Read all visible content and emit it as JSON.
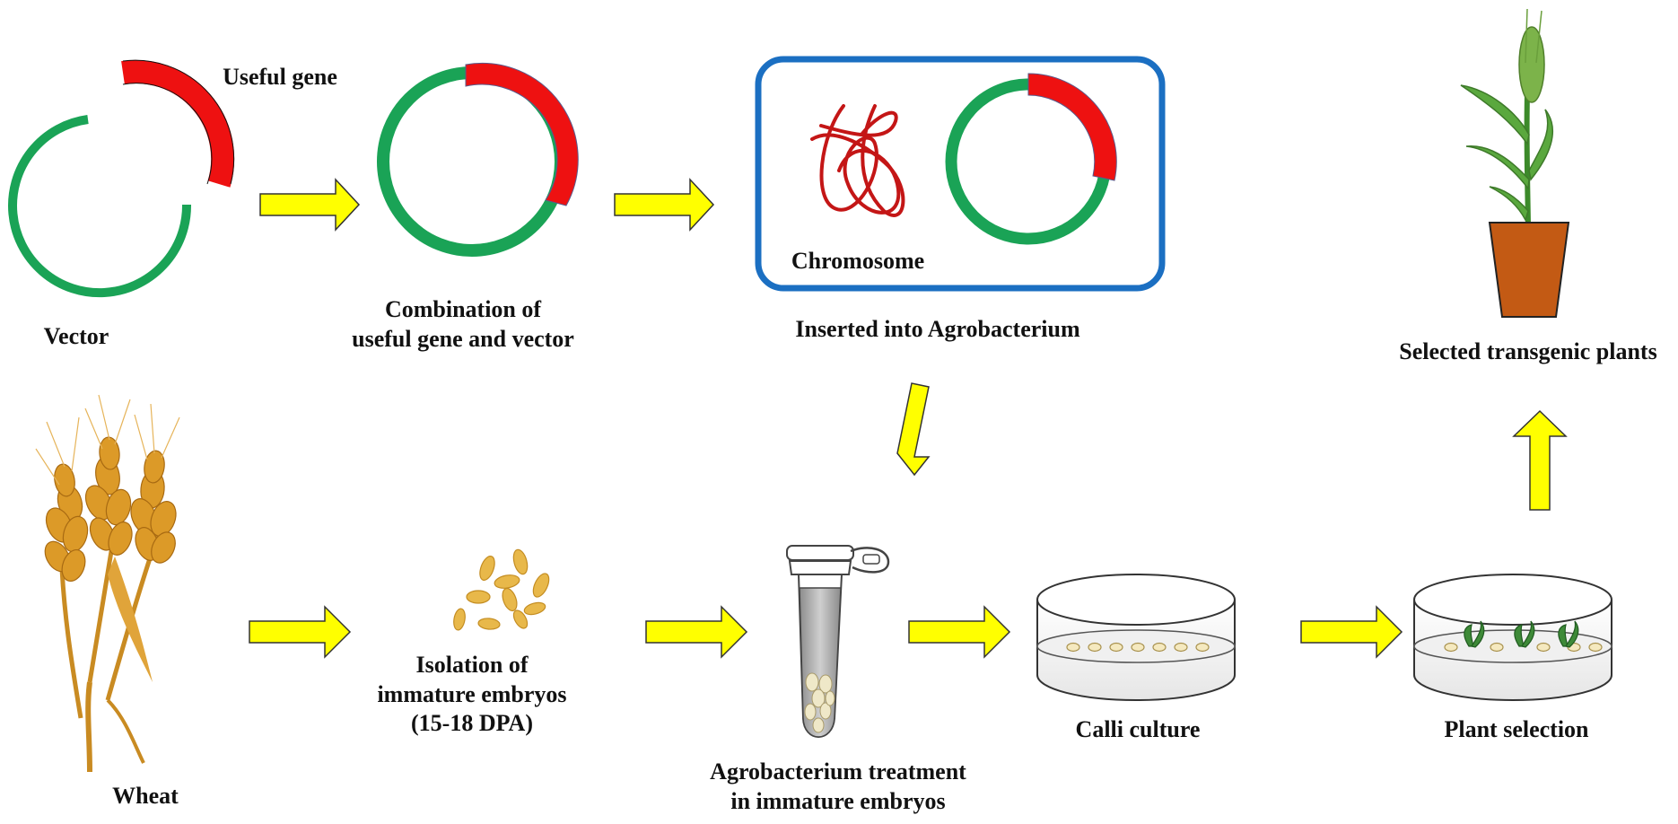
{
  "colors": {
    "vector_green": "#1aa356",
    "gene_red": "#ee1111",
    "arrow_yellow": "#ffff00",
    "box_blue": "#1b6fc2",
    "chromosome_red": "#c41616",
    "pot_brown": "#c35a14",
    "plant_green": "#4a9a32",
    "wheat_gold": "#d89a2a"
  },
  "labels": {
    "useful_gene": "Useful gene",
    "vector": "Vector",
    "combination": [
      "Combination of",
      "useful gene and vector"
    ],
    "chromosome": "Chromosome",
    "inserted": "Inserted into Agrobacterium",
    "selected_plants": "Selected transgenic plants",
    "wheat": "Wheat",
    "isolation": [
      "Isolation of",
      "immature embryos",
      "(15-18 DPA)"
    ],
    "treatment": [
      "Agrobacterium treatment",
      "in immature embryos"
    ],
    "calli_culture": "Calli culture",
    "plant_selection": "Plant selection"
  }
}
